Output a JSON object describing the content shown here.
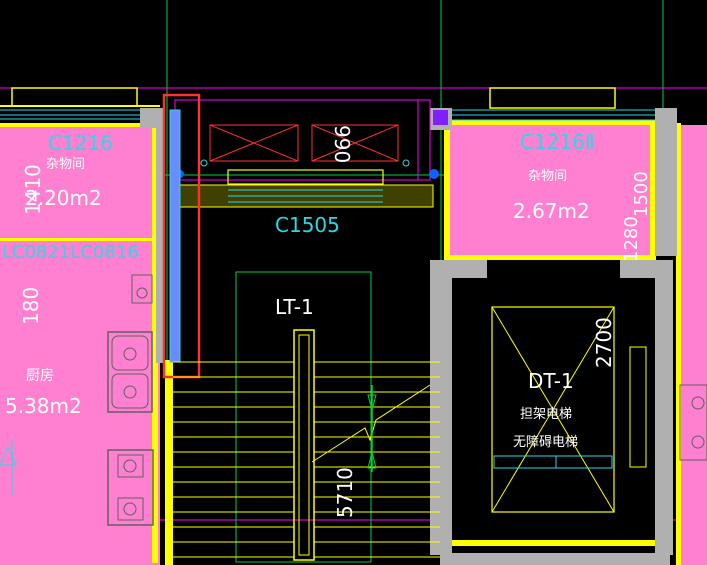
{
  "labels": {
    "window_c1216_left": "C1216",
    "window_c1216_right": "C1216Ⅱ",
    "window_c1505": "C1505",
    "windows_left_stack": "LC0821LC0816",
    "room_storage": "杂物间",
    "room_storage_right": "杂物间",
    "area_left_storage": "2.20m2",
    "area_right_storage": "2.67m2",
    "room_kitchen": "厨房",
    "area_kitchen": "5.38m2",
    "stair_label": "LT-1",
    "elevator_label": "DT-1",
    "elevator_desc_1": "担架电梯",
    "elevator_desc_2": "无障碍电梯",
    "dim_1410": "1410",
    "dim_180": "180",
    "dim_990": "990",
    "dim_1500": "1500",
    "dim_1280": "1280",
    "dim_2700": "2700",
    "dim_5710": "5710"
  },
  "colors": {
    "background": "#000000",
    "room_fill": "#ff7fd0",
    "wall_yellow": "#ffff00",
    "line_cyan": "#2ad9e8",
    "line_green": "#00d040",
    "line_magenta": "#ff00ff",
    "highlight_red": "#ff3030",
    "column_gray": "#b0b0b0"
  },
  "icons": [
    "vent-grille-icon",
    "elevator-car-icon",
    "stair-break-icon",
    "sink-icon",
    "socket-icon"
  ]
}
